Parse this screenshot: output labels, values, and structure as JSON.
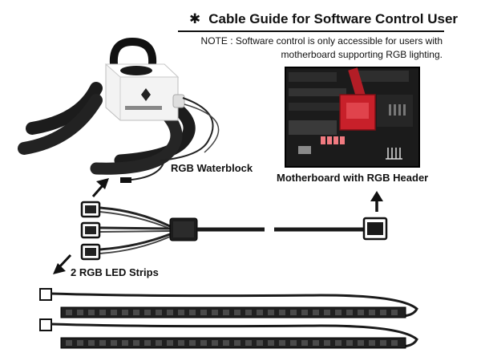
{
  "header": {
    "star": "✱",
    "title": "Cable Guide for Software Control User",
    "note_line1": "NOTE : Software control is only accessible for users with",
    "note_line2": "motherboard supporting RGB lighting."
  },
  "labels": {
    "waterblock": "RGB Waterblock",
    "motherboard": "Motherboard with RGB Header",
    "strips": "2 RGB LED Strips"
  },
  "colors": {
    "connector_red": "#c8202a",
    "cable": "#1a1a1a",
    "pump_body": "#f2f2f2"
  }
}
